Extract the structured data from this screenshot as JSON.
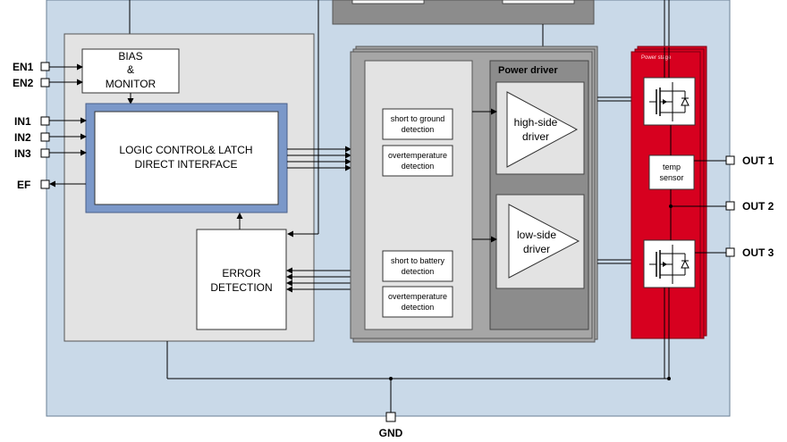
{
  "colors": {
    "chip_bg": "#c9d9e8",
    "logic_block_bg": "#e3e3e3",
    "driver_block_bg": "#a6a6a6",
    "power_stage_red": "#d7001f",
    "logic_frame_blue": "#7b98c9"
  },
  "pins_left": [
    "EN1",
    "EN2",
    "IN1",
    "IN2",
    "IN3",
    "EF"
  ],
  "pins_right": [
    "OUT 1",
    "OUT 2",
    "OUT 3"
  ],
  "pin_bottom": "GND",
  "bias_monitor": [
    "BIAS",
    "&",
    "MONITOR"
  ],
  "logic_control": [
    "LOGIC CONTROL& LATCH",
    "DIRECT INTERFACE"
  ],
  "error_detection": [
    "ERROR",
    "DETECTION"
  ],
  "detection_boxes": [
    [
      "short to ground",
      "detection"
    ],
    [
      "overtemperature",
      "detection"
    ],
    [
      "short to battery",
      "detection"
    ],
    [
      "overtemperature",
      "detection"
    ]
  ],
  "power_driver_title": "Power driver",
  "high_side_driver": [
    "high-side",
    "driver"
  ],
  "low_side_driver": [
    "low-side",
    "driver"
  ],
  "power_stage_title": "Power stage",
  "temp_sensor": [
    "temp",
    "sensor"
  ]
}
